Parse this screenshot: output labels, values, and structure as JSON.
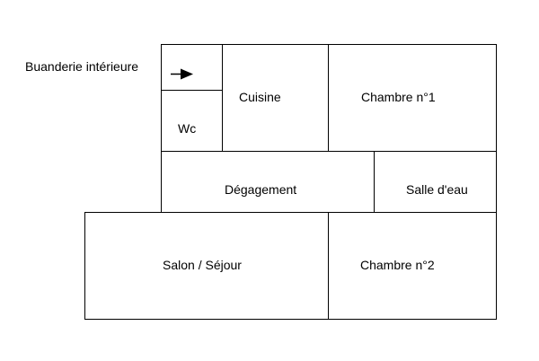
{
  "floor_plan": {
    "annotation": {
      "label": "Buanderie intérieure",
      "icon": "arrow-right-icon"
    },
    "rooms": {
      "buanderie": {
        "label": ""
      },
      "wc": {
        "label": "Wc"
      },
      "cuisine": {
        "label": "Cuisine"
      },
      "chambre1": {
        "label": "Chambre n°1"
      },
      "degagement": {
        "label": "Dégagement"
      },
      "salle_eau": {
        "label": "Salle d'eau"
      },
      "salon": {
        "label": "Salon / Séjour"
      },
      "chambre2": {
        "label": "Chambre n°2"
      }
    },
    "colors": {
      "line": "#000000",
      "background": "#ffffff"
    }
  }
}
